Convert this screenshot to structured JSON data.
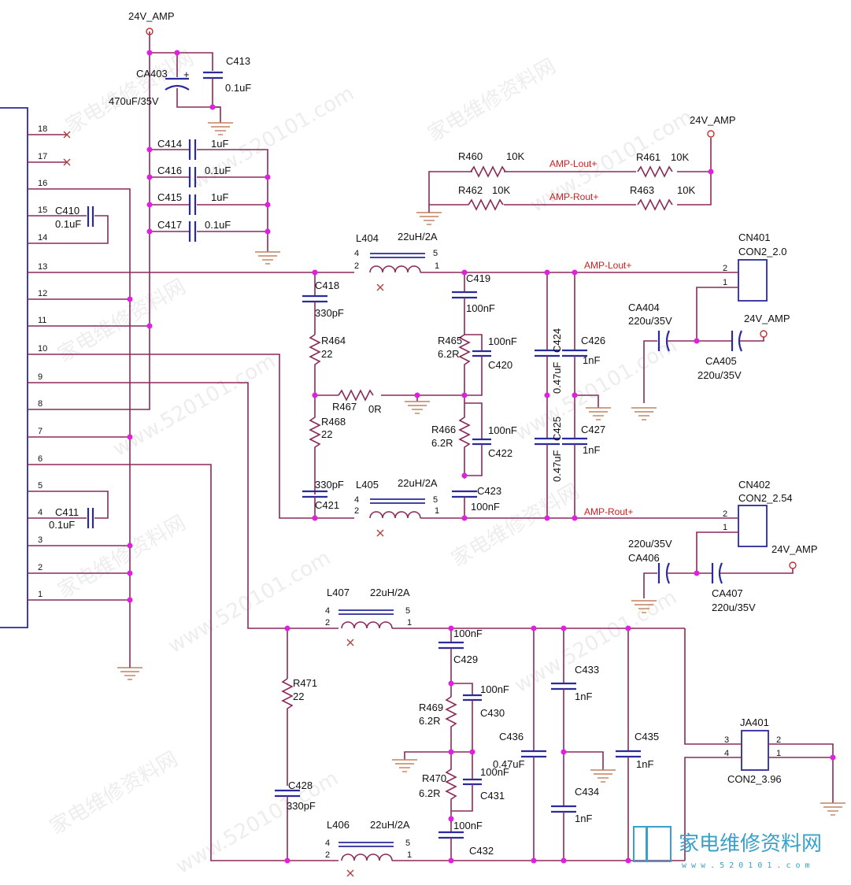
{
  "power": {
    "vamp": "24V_AMP"
  },
  "connector_pins": [
    "18",
    "17",
    "16",
    "15",
    "14",
    "13",
    "12",
    "11",
    "10",
    "9",
    "8",
    "7",
    "6",
    "5",
    "4",
    "3",
    "2",
    "1"
  ],
  "nets": {
    "lout": "AMP-Lout+",
    "rout": "AMP-Rout+"
  },
  "components": {
    "CA403": {
      "ref": "CA403",
      "val": "470uF/35V",
      "pol": "+"
    },
    "C413": {
      "ref": "C413",
      "val": "0.1uF"
    },
    "C414": {
      "ref": "C414",
      "val": "1uF"
    },
    "C416": {
      "ref": "C416",
      "val": "0.1uF"
    },
    "C415": {
      "ref": "C415",
      "val": "1uF"
    },
    "C417": {
      "ref": "C417",
      "val": "0.1uF"
    },
    "C410": {
      "ref": "C410",
      "val": "0.1uF"
    },
    "C411": {
      "ref": "C411",
      "val": "0.1uF"
    },
    "R460": {
      "ref": "R460",
      "val": "10K"
    },
    "R461": {
      "ref": "R461",
      "val": "10K"
    },
    "R462": {
      "ref": "R462",
      "val": "10K"
    },
    "R463": {
      "ref": "R463",
      "val": "10K"
    },
    "L404": {
      "ref": "L404",
      "val": "22uH/2A"
    },
    "L405": {
      "ref": "L405",
      "val": "22uH/2A"
    },
    "L406": {
      "ref": "L406",
      "val": "22uH/2A"
    },
    "L407": {
      "ref": "L407",
      "val": "22uH/2A"
    },
    "C418": {
      "ref": "C418",
      "val": "330pF"
    },
    "C421": {
      "ref": "C421",
      "val": "330pF"
    },
    "C428": {
      "ref": "C428",
      "val": "330pF"
    },
    "R464": {
      "ref": "R464",
      "val": "22"
    },
    "R468": {
      "ref": "R468",
      "val": "22"
    },
    "R471": {
      "ref": "R471",
      "val": "22"
    },
    "R467": {
      "ref": "R467",
      "val": "0R"
    },
    "R465": {
      "ref": "R465",
      "val": "6.2R"
    },
    "R466": {
      "ref": "R466",
      "val": "6.2R"
    },
    "R469": {
      "ref": "R469",
      "val": "6.2R"
    },
    "R470": {
      "ref": "R470",
      "val": "6.2R"
    },
    "C419": {
      "ref": "C419",
      "val": "100nF"
    },
    "C420": {
      "ref": "C420",
      "val": "100nF"
    },
    "C422": {
      "ref": "C422",
      "val": "100nF"
    },
    "C423": {
      "ref": "C423",
      "val": "100nF"
    },
    "C429": {
      "ref": "C429",
      "val": "100nF"
    },
    "C430": {
      "ref": "C430",
      "val": "100nF"
    },
    "C431": {
      "ref": "C431",
      "val": "100nF"
    },
    "C432": {
      "ref": "C432",
      "val": "100nF"
    },
    "C424": {
      "ref": "C424",
      "val": "0.47uF"
    },
    "C425": {
      "ref": "C425",
      "val": "0.47uF"
    },
    "C436": {
      "ref": "C436",
      "val": "0.47uF"
    },
    "C426": {
      "ref": "C426",
      "val": "1nF"
    },
    "C427": {
      "ref": "C427",
      "val": "1nF"
    },
    "C433": {
      "ref": "C433",
      "val": "1nF"
    },
    "C434": {
      "ref": "C434",
      "val": "1nF"
    },
    "C435": {
      "ref": "C435",
      "val": "1nF"
    },
    "CA404": {
      "ref": "CA404",
      "val": "220u/35V"
    },
    "CA405": {
      "ref": "CA405",
      "val": "220u/35V"
    },
    "CA406": {
      "ref": "CA406",
      "val": "220u/35V"
    },
    "CA407": {
      "ref": "CA407",
      "val": "220u/35V"
    },
    "CN401": {
      "ref": "CN401",
      "val": "CON2_2.0"
    },
    "CN402": {
      "ref": "CN402",
      "val": "CON2_2.54"
    },
    "JA401": {
      "ref": "JA401",
      "val": "CON2_3.96"
    }
  },
  "watermark": {
    "cn": "家电维修资料网",
    "url": "www.520101.com"
  },
  "logo": {
    "text": "家电维修资料网",
    "url": "w w w . 5 2 0 1 0 1 . c o m"
  }
}
